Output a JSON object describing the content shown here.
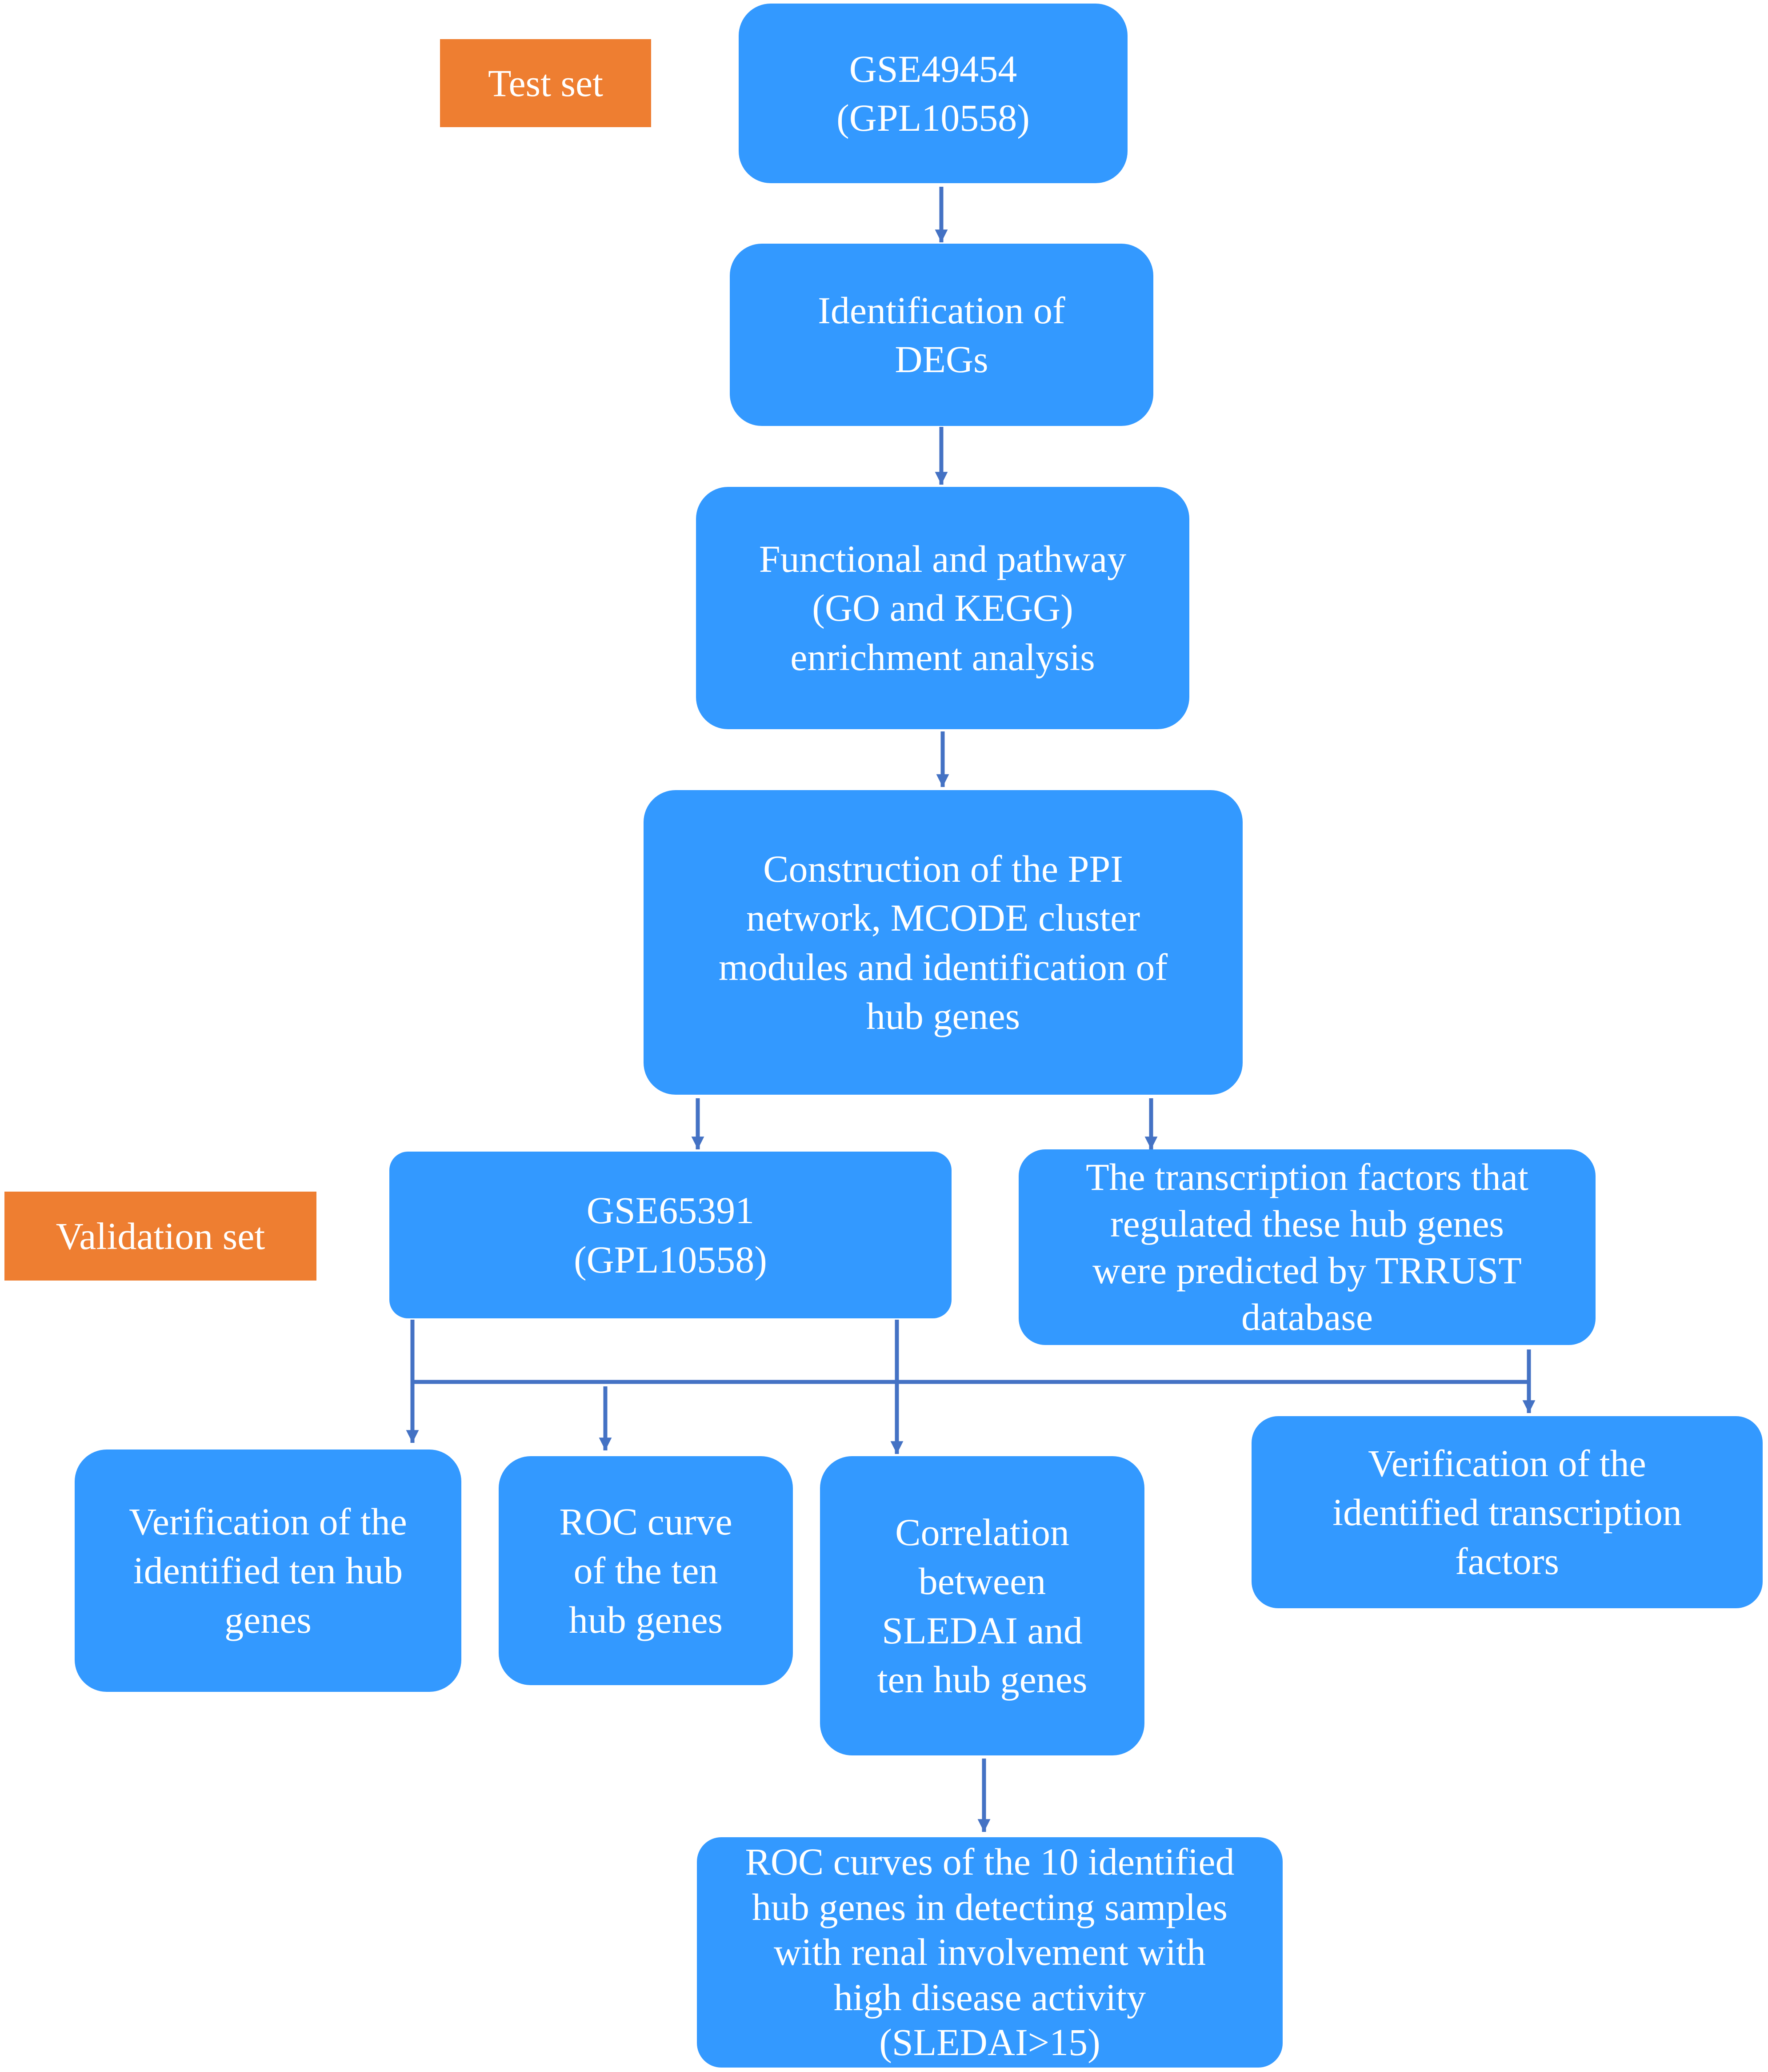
{
  "colors": {
    "box_fill": "#3399ff",
    "tag_fill": "#ee7e31",
    "connector": "#4472c4",
    "text": "#ffffff"
  },
  "tags": {
    "test_set": "Test set",
    "validation_set": "Validation set"
  },
  "nodes": {
    "gse49454": [
      "GSE49454",
      "(GPL10558)"
    ],
    "deg_identification": [
      "Identification of",
      "DEGs"
    ],
    "enrichment": [
      "Functional and pathway",
      "(GO and KEGG)",
      "enrichment analysis"
    ],
    "ppi_network": [
      "Construction of the PPI",
      "network, MCODE cluster",
      "modules and identification of",
      "hub genes"
    ],
    "gse65391": [
      "GSE65391",
      "(GPL10558)"
    ],
    "transcription_factors": [
      "The transcription factors that",
      "regulated these hub genes",
      "were predicted by TRRUST",
      "database"
    ],
    "verify_hub_genes": [
      "Verification of the",
      "identified ten hub",
      "genes"
    ],
    "roc_curve": [
      "ROC curve",
      "of the ten",
      "hub genes"
    ],
    "sledai_correlation": [
      "Correlation",
      "between",
      "SLEDAI and",
      "ten hub genes"
    ],
    "verify_tf": [
      "Verification of the",
      "identified transcription",
      "factors"
    ],
    "roc_renal": [
      "ROC curves of the 10 identified",
      "hub genes in detecting samples",
      "with renal involvement with",
      "high disease activity",
      "(SLEDAI>15)"
    ]
  }
}
